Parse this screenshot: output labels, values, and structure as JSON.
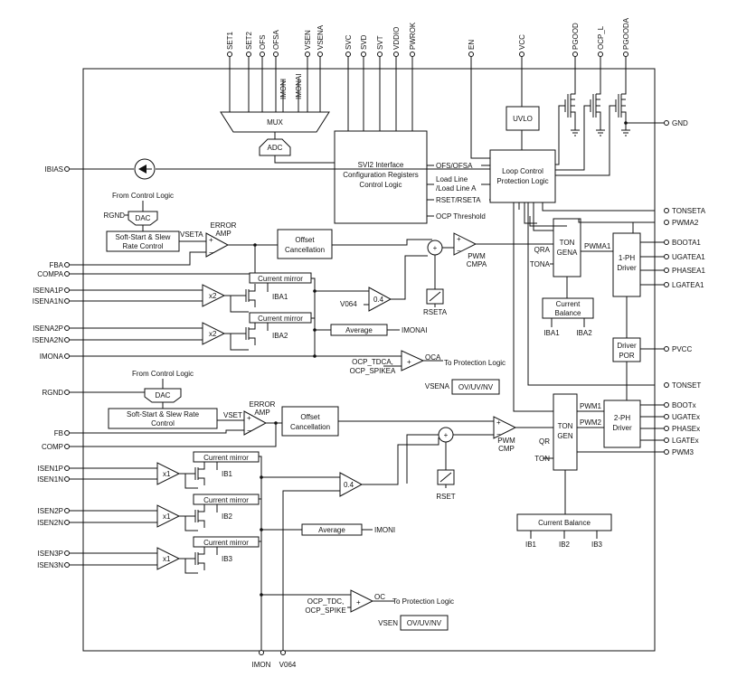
{
  "pins_top": [
    "SET1",
    "SET2",
    "OFS",
    "OFSA",
    "VSEN",
    "VSENA",
    "SVC",
    "SVD",
    "SVT",
    "VDDIO",
    "PWROK",
    "EN",
    "VCC",
    "PGOOD",
    "OCP_L",
    "PGOODA"
  ],
  "pins_left": [
    "IBIAS",
    "RGND",
    "FBA",
    "COMPA",
    "ISENA1P",
    "ISENA1N",
    "ISENA2P",
    "ISENA2N",
    "IMONA",
    "RGND",
    "FB",
    "COMP",
    "ISEN1P",
    "ISEN1N",
    "ISEN2P",
    "ISEN2N",
    "ISEN3P",
    "ISEN3N"
  ],
  "pins_right": [
    "GND",
    "TONSETA",
    "PWMA2",
    "BOOTA1",
    "UGATEA1",
    "PHASEA1",
    "LGATEA1",
    "PVCC",
    "TONSET",
    "BOOTx",
    "UGATEx",
    "PHASEx",
    "LGATEx",
    "PWM3"
  ],
  "pins_bottom": [
    "IMON",
    "V064"
  ],
  "blocks": {
    "mux": "MUX",
    "adc": "ADC",
    "imoni": "IMONI",
    "imonai": "IMONAI",
    "svi2": [
      "SVI2 Interface",
      "Configuration Registers",
      "Control Logic"
    ],
    "svi2_outputs": [
      "OFS/OFSA",
      "Load Line",
      "/Load Line A",
      "RSET/RSETA",
      "OCP Threshold"
    ],
    "uvlo": "UVLO",
    "loop_control": [
      "Loop Control",
      "Protection Logic"
    ],
    "from_control_logic": "From Control Logic",
    "dac": "DAC",
    "softstart_a": [
      "Soft-Start & Slew",
      "Rate Control"
    ],
    "softstart": [
      "Soft-Start & Slew Rate",
      "Control"
    ],
    "vseta": "VSETA",
    "vset": "VSET",
    "error_amp": [
      "ERROR",
      "AMP"
    ],
    "offset_cancel": [
      "Offset",
      "Cancellation"
    ],
    "pwm_cmpa": [
      "PWM",
      "CMPA"
    ],
    "pwm_cmp": [
      "PWM",
      "CMP"
    ],
    "ton_gena": [
      "TON",
      "GENA"
    ],
    "ton_gen": [
      "TON",
      "GEN"
    ],
    "qra": "QRA",
    "tona": "TONA",
    "qr": "QR",
    "ton": "TON",
    "pwma1": "PWMA1",
    "pwm1": "PWM1",
    "pwm2": "PWM2",
    "driver_1ph": [
      "1-PH",
      "Driver"
    ],
    "driver_2ph": [
      "2-PH",
      "Driver"
    ],
    "driver_por": [
      "Driver",
      "POR"
    ],
    "current_balance": [
      "Current",
      "Balance"
    ],
    "current_balance_3": "Current Balance",
    "iba1": "IBA1",
    "iba2": "IBA2",
    "ib1": "IB1",
    "ib2": "IB2",
    "ib3": "IB3",
    "current_mirror": "Current mirror",
    "x2": "x2",
    "x1": "x1",
    "average": "Average",
    "gain": "0.4",
    "v064": "V064",
    "rseta": "RSETA",
    "rset": "RSET",
    "oca": "OCA",
    "oc": "OC",
    "ocp_a": [
      "OCP_TDCA,",
      "OCP_SPIKEA"
    ],
    "ocp": [
      "OCP_TDC,",
      "OCP_SPIKE"
    ],
    "to_protection": "To Protection Logic",
    "ovuvnv": "OV/UV/NV",
    "vsena": "VSENA",
    "vsen": "VSEN",
    "plus": "+",
    "minus": "−"
  }
}
